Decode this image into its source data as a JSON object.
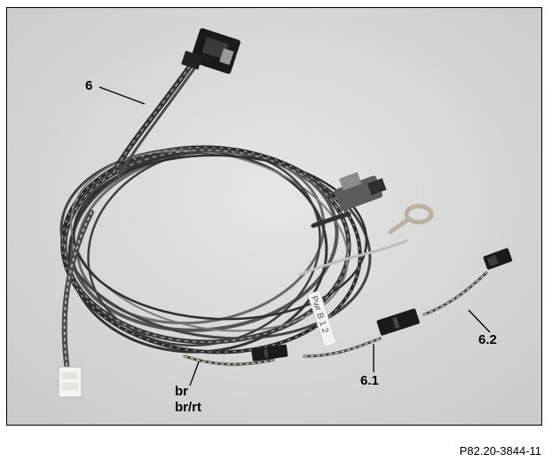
{
  "callouts": {
    "harness": "6",
    "connector_1": "6.1",
    "connector_2": "6.2",
    "wire_color_1": "br",
    "wire_color_2": "br/rt"
  },
  "tag_text": "Pwr B 1 2",
  "reference": "P82.20-3844-11",
  "colors": {
    "background": "#dcdcdc",
    "wire_dark": "#2b2b2b",
    "wire_mid": "#5a5a5a",
    "connector_black": "#1a1a1a",
    "connector_white": "#f4f4f2",
    "ring_terminal": "#b9b2a2"
  }
}
